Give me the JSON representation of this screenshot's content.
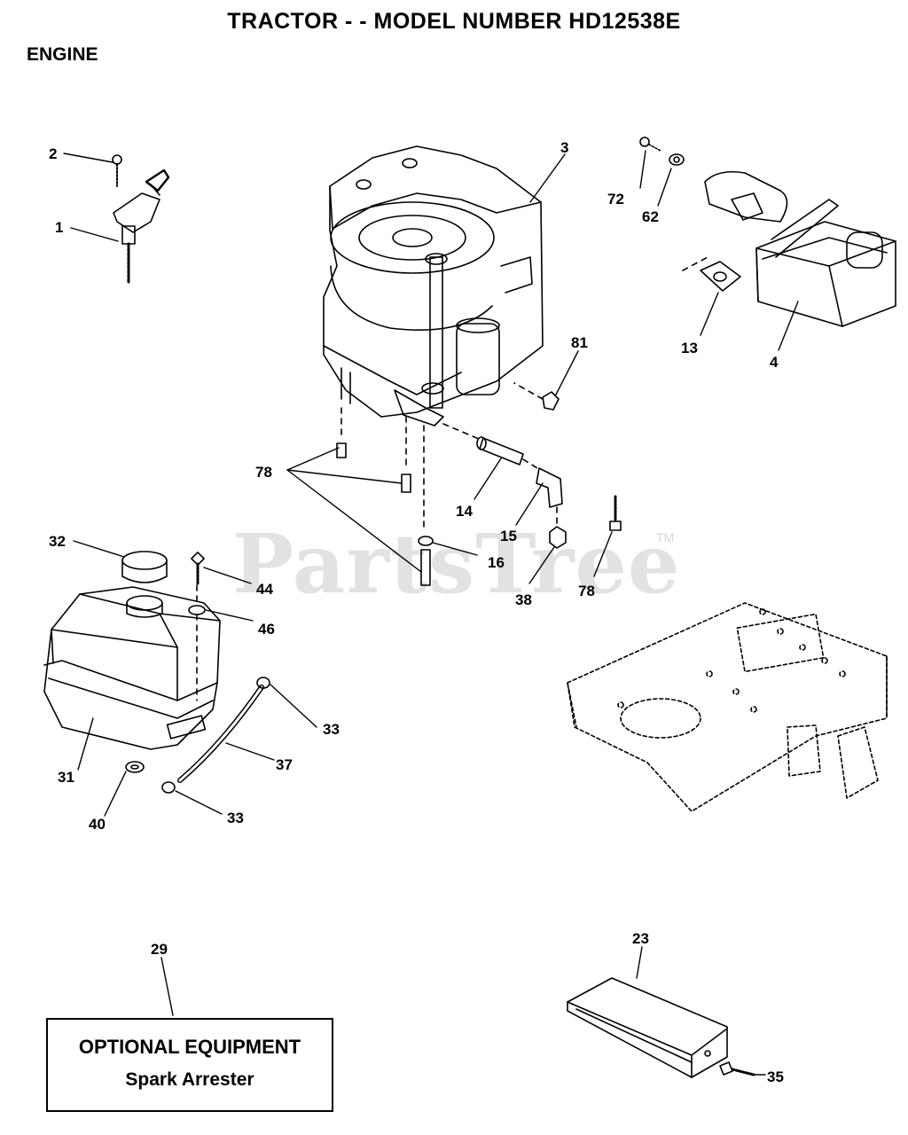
{
  "header": {
    "title": "TRACTOR - - MODEL NUMBER HD12538E",
    "section": "ENGINE"
  },
  "watermark": {
    "text": "PartsTree",
    "tm": "TM"
  },
  "callouts": {
    "c1": "1",
    "c2": "2",
    "c3": "3",
    "c4": "4",
    "c13": "13",
    "c14": "14",
    "c15": "15",
    "c16": "16",
    "c23": "23",
    "c29": "29",
    "c31": "31",
    "c32": "32",
    "c33a": "33",
    "c33b": "33",
    "c35": "35",
    "c37": "37",
    "c38": "38",
    "c40": "40",
    "c44": "44",
    "c46": "46",
    "c62": "62",
    "c72": "72",
    "c78a": "78",
    "c78b": "78",
    "c81": "81"
  },
  "optional_box": {
    "title": "OPTIONAL EQUIPMENT",
    "item": "Spark Arrester"
  }
}
